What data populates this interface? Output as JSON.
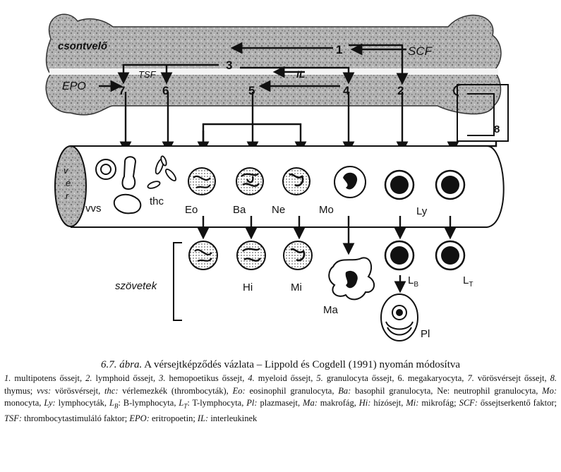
{
  "diagram": {
    "bone_labels": {
      "csontvelo": "csontvelő",
      "scf": "SCF",
      "epo": "EPO",
      "tsf": "TSF",
      "il": "IL"
    },
    "stem_cell_numbers": [
      "1",
      "2",
      "3",
      "4",
      "5",
      "6",
      "7",
      "8"
    ],
    "vessel_letters": [
      "v",
      "é",
      "r"
    ],
    "blood_cells": {
      "vvs": "vvs",
      "thc": "thc",
      "eo": "Eo",
      "ba": "Ba",
      "ne": "Ne",
      "mo": "Mo",
      "ly": "Ly"
    },
    "tissue": {
      "label": "szövetek",
      "hi": "Hi",
      "mi": "Mi",
      "ma": "Ma",
      "lb_main": "L",
      "lb_sub": "B",
      "lt_main": "L",
      "lt_sub": "T",
      "pl": "Pl"
    }
  },
  "caption": {
    "fig_no": "6.7. ábra.",
    "fig_title": "A vérsejtképződés vázlata – Lippold és Cogdell (1991) nyomán módosítva",
    "body": [
      {
        "t": "1.",
        "i": true
      },
      {
        "t": " multipotens őssejt, "
      },
      {
        "t": "2.",
        "i": true
      },
      {
        "t": " lymphoid őssejt, "
      },
      {
        "t": "3.",
        "i": true
      },
      {
        "t": " hemopoetikus őssejt, "
      },
      {
        "t": "4.",
        "i": true
      },
      {
        "t": " myeloid őssejt, "
      },
      {
        "t": "5.",
        "i": true
      },
      {
        "t": " granulocyta őssejt, 6. megakaryocyta, "
      },
      {
        "t": "7.",
        "i": true
      },
      {
        "t": " vörösvérsejt őssejt, "
      },
      {
        "t": "8.",
        "i": true
      },
      {
        "t": " thymus; "
      },
      {
        "t": "vvs:",
        "i": true
      },
      {
        "t": " vörösvérsejt, "
      },
      {
        "t": "thc:",
        "i": true
      },
      {
        "t": " vérlemezkék (thrombocyták), "
      },
      {
        "t": "Eo:",
        "i": true
      },
      {
        "t": " eosinophil granulocyta, "
      },
      {
        "t": "Ba:",
        "i": true
      },
      {
        "t": " basophil granulocyta, Ne: neutrophil granulocyta, "
      },
      {
        "t": "Mo:",
        "i": true
      },
      {
        "t": " monocyta, "
      },
      {
        "t": "Ly:",
        "i": true
      },
      {
        "t": " lymphocyták, "
      },
      {
        "t": "L",
        "i": true
      },
      {
        "t": "B",
        "i": true,
        "sub": true
      },
      {
        "t": ": B-lymphocyta, "
      },
      {
        "t": "L",
        "i": true
      },
      {
        "t": "T",
        "i": true,
        "sub": true
      },
      {
        "t": ": T-lymphocyta, "
      },
      {
        "t": "Pl:",
        "i": true
      },
      {
        "t": " plazmasejt, "
      },
      {
        "t": "Ma:",
        "i": true
      },
      {
        "t": " makrofág, "
      },
      {
        "t": "Hi:",
        "i": true
      },
      {
        "t": " hízósejt, "
      },
      {
        "t": "Mi:",
        "i": true
      },
      {
        "t": " mikrofág; "
      },
      {
        "t": "SCF:",
        "i": true
      },
      {
        "t": " őssejtserkentő faktor; "
      },
      {
        "t": "TSF:",
        "i": true
      },
      {
        "t": " thrombocytastimuláló faktor; "
      },
      {
        "t": "EPO:",
        "i": true
      },
      {
        "t": " eritropoetin; "
      },
      {
        "t": "IL:",
        "i": true
      },
      {
        "t": " interleukinek"
      }
    ]
  },
  "colors": {
    "ink": "#111111",
    "bone_fill": "#a9a9a9",
    "paper": "#ffffff"
  }
}
